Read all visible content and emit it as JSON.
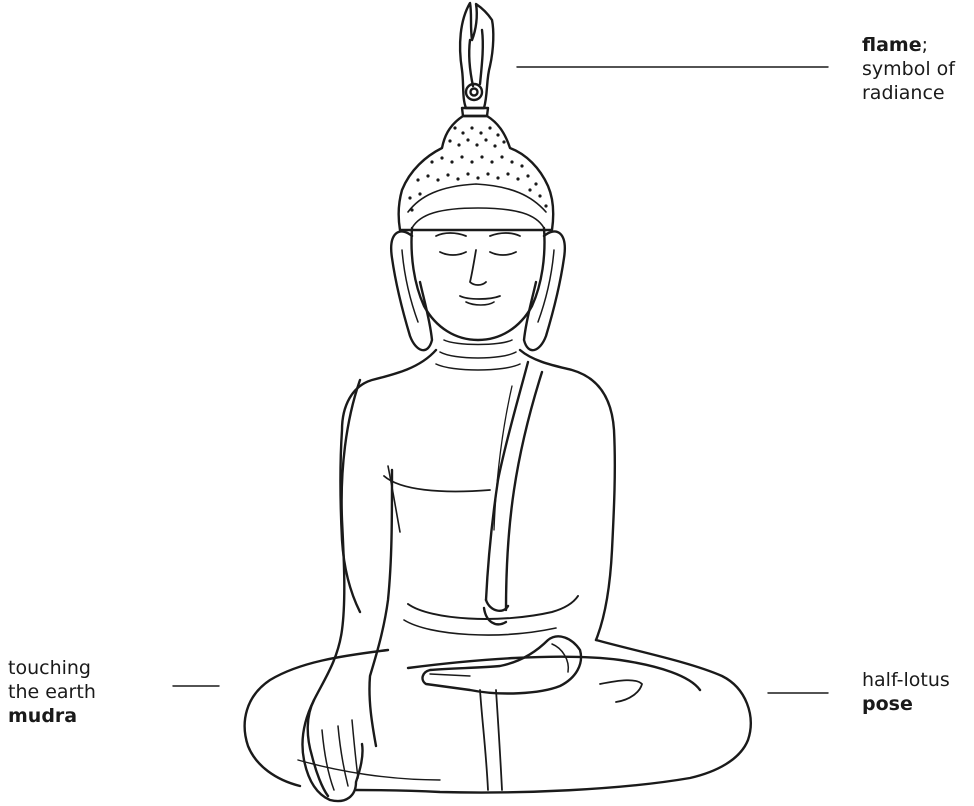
{
  "labels": {
    "flame": {
      "term": "flame",
      "punct": ";",
      "line1": "symbol of",
      "line2": "radiance"
    },
    "mudra": {
      "line1": "touching",
      "line2": "the earth",
      "term": "mudra"
    },
    "pose": {
      "line1": "half-lotus",
      "term": "pose"
    }
  },
  "colors": {
    "ink": "#1a1a1a",
    "background": "#ffffff"
  }
}
